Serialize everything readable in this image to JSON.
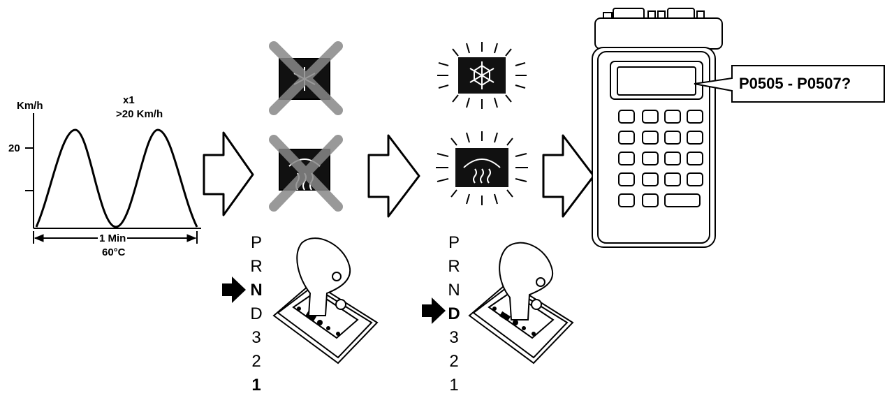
{
  "graph": {
    "y_unit": "Km/h",
    "y_tick": "20",
    "repeat": "x1",
    "speed_condition": ">20 Km/h",
    "duration": "1 Min",
    "temperature": "60°C"
  },
  "gear_selector_1": {
    "gears": [
      "P",
      "R",
      "N",
      "D",
      "3",
      "2",
      "1"
    ],
    "selected": "N"
  },
  "gear_selector_2": {
    "gears": [
      "P",
      "R",
      "N",
      "D",
      "3",
      "2",
      "1"
    ],
    "selected": "D"
  },
  "scan_tool": {
    "codes": "P0505 - P0507?"
  },
  "icons": {
    "ac_off": "ac-snowflake-icon-crossed",
    "defrost_off": "rear-defrost-icon-crossed",
    "ac_on": "ac-snowflake-icon-active",
    "defrost_on": "rear-defrost-icon-active",
    "arrow": "hollow-right-arrow",
    "pointer": "solid-pointer-arrow"
  }
}
